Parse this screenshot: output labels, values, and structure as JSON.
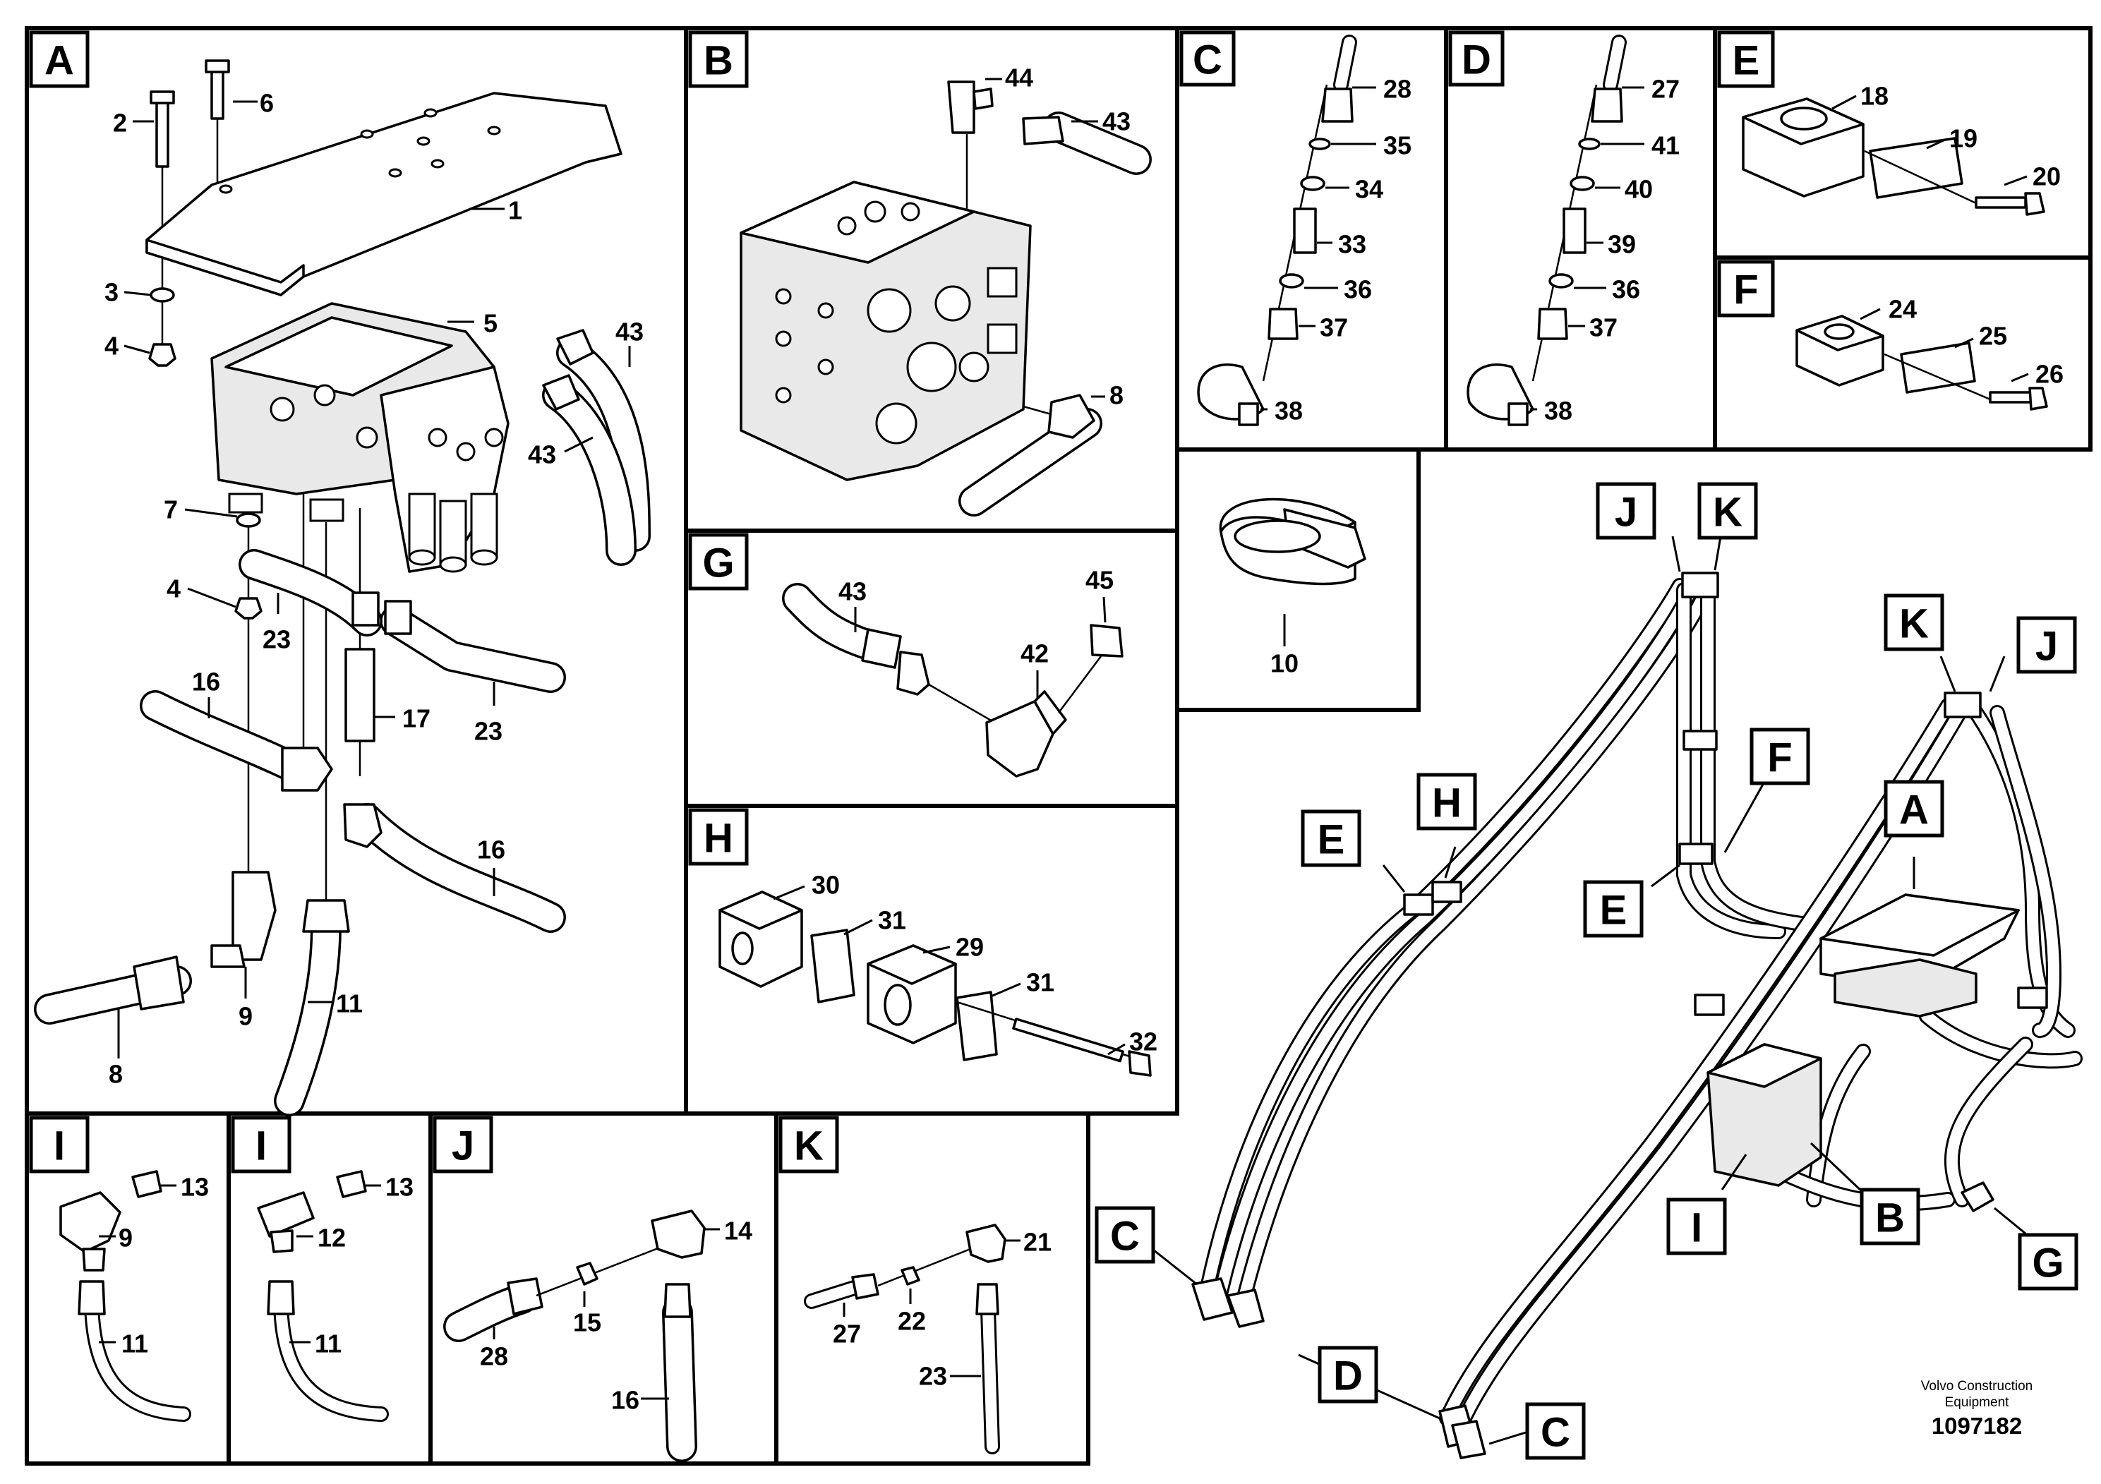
{
  "panels": [
    {
      "key": "A",
      "label": "A",
      "callouts": [
        "1",
        "2",
        "3",
        "4",
        "5",
        "6",
        "7",
        "4",
        "8",
        "9",
        "11",
        "16",
        "17",
        "23",
        "23",
        "16",
        "43",
        "43"
      ]
    },
    {
      "key": "B",
      "label": "B",
      "callouts": [
        "44",
        "43",
        "8"
      ]
    },
    {
      "key": "C",
      "label": "C",
      "callouts": [
        "28",
        "35",
        "34",
        "33",
        "36",
        "37",
        "38"
      ]
    },
    {
      "key": "D",
      "label": "D",
      "callouts": [
        "27",
        "41",
        "40",
        "39",
        "36",
        "37",
        "38"
      ]
    },
    {
      "key": "E",
      "label": "E",
      "callouts": [
        "18",
        "19",
        "20"
      ]
    },
    {
      "key": "F",
      "label": "F",
      "callouts": [
        "24",
        "25",
        "26"
      ]
    },
    {
      "key": "G",
      "label": "G",
      "callouts": [
        "43",
        "45",
        "42"
      ]
    },
    {
      "key": "H",
      "label": "H",
      "callouts": [
        "30",
        "31",
        "29",
        "31",
        "32"
      ]
    },
    {
      "key": "10",
      "label": "",
      "callouts": [
        "10"
      ]
    },
    {
      "key": "I1",
      "label": "I",
      "callouts": [
        "13",
        "9",
        "11"
      ]
    },
    {
      "key": "I2",
      "label": "I",
      "callouts": [
        "13",
        "12",
        "11"
      ]
    },
    {
      "key": "J",
      "label": "J",
      "callouts": [
        "14",
        "15",
        "28",
        "16"
      ]
    },
    {
      "key": "K",
      "label": "K",
      "callouts": [
        "21",
        "22",
        "27",
        "23"
      ]
    }
  ],
  "overview_tags": [
    "J",
    "K",
    "K",
    "J",
    "H",
    "E",
    "F",
    "E",
    "A",
    "C",
    "D",
    "C",
    "I",
    "B",
    "G"
  ],
  "footer": {
    "company_line1": "Volvo Construction",
    "company_line2": "Equipment",
    "drawing_number": "1097182"
  }
}
